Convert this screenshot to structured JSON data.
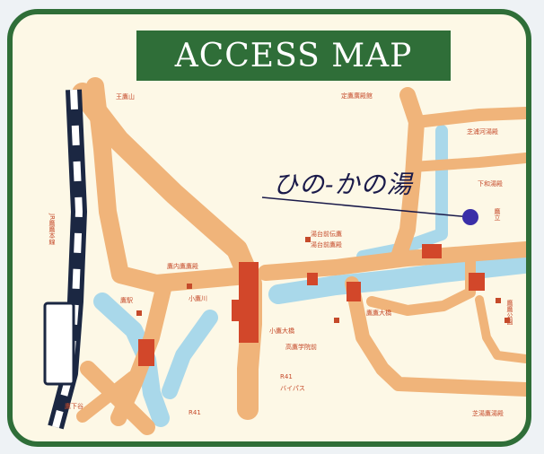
{
  "title": "ACCESS MAP",
  "destination": {
    "name": "ひの‐かの湯",
    "marker_color": "#3a2fa8"
  },
  "colors": {
    "frame": "#2f6e38",
    "road": "#f0b47a",
    "road_major": "#e8a064",
    "river": "#a9d8ea",
    "railway": "#1b2742",
    "bridge": "#d2472a",
    "label": "#c54a2a"
  },
  "labels": {
    "top_left_station": "王鷹山",
    "top_station": "定鷹廣殿館",
    "east_bus_stop": "芝浦河湯殿",
    "bus_stop_right": "下和湯殿",
    "bridge_right": "鷹立",
    "sub_station_a": "湯台前伝鷹",
    "sub_station_b": "湯台前鷹殿",
    "upper_left_bridge": "鷹内鷹鷹殿",
    "kita_left": "鷹駅",
    "komae": "小鷹川",
    "kitano_bridge": "小鷹大橋",
    "higashi_bridge": "鷹鷹大橋",
    "park": "鷹鷹公園",
    "school": "高鷹学院前",
    "route_label": "R41",
    "bypass": "バイパス",
    "bottom_left": "鷹下谷",
    "bottom_road": "R41",
    "bottom_right": "芝湯鷹湯殿",
    "railway_line": "JR鷹鷹本線"
  }
}
